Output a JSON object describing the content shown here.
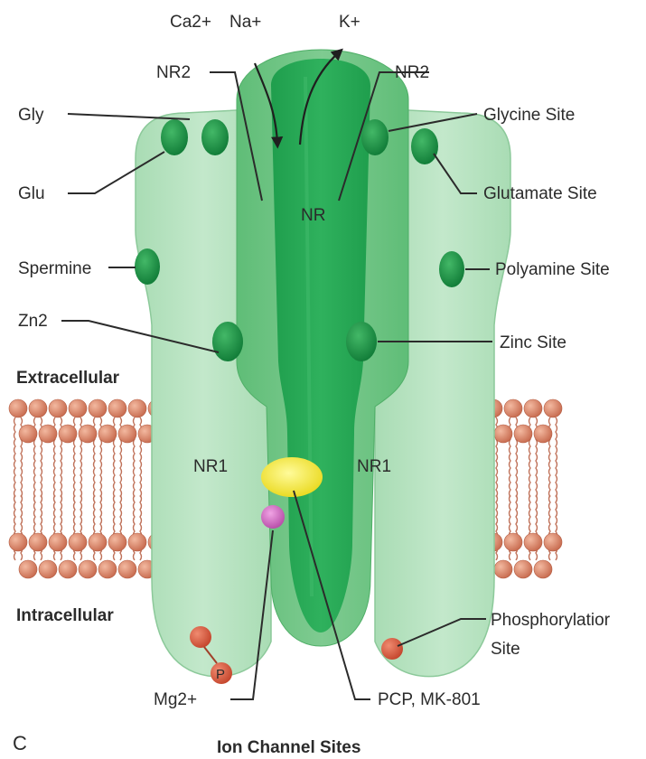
{
  "ions": {
    "ca": "Ca2+",
    "na": "Na+",
    "k": "K+"
  },
  "subunits": {
    "nr2_left": "NR2",
    "nr2_right": "NR2",
    "nr_center": "NR",
    "nr1_left": "NR1",
    "nr1_right": "NR1"
  },
  "left_labels": {
    "gly": "Gly",
    "glu": "Glu",
    "spermine": "Spermine",
    "zn": "Zn2",
    "extracellular": "Extracellular",
    "intracellular": "Intracellular",
    "mg": "Mg2+",
    "p": "P"
  },
  "right_labels": {
    "glycine_site": "Glycine Site",
    "glutamate_site": "Glutamate Site",
    "polyamine_site": "Polyamine Site",
    "zinc_site": "Zinc Site",
    "phosphorylation_line1": "Phosphorylatior",
    "phosphorylation_line2": "Site",
    "pcp": "PCP, MK-801"
  },
  "caption": {
    "panel": "C",
    "title": "Ion Channel Sites"
  }
}
